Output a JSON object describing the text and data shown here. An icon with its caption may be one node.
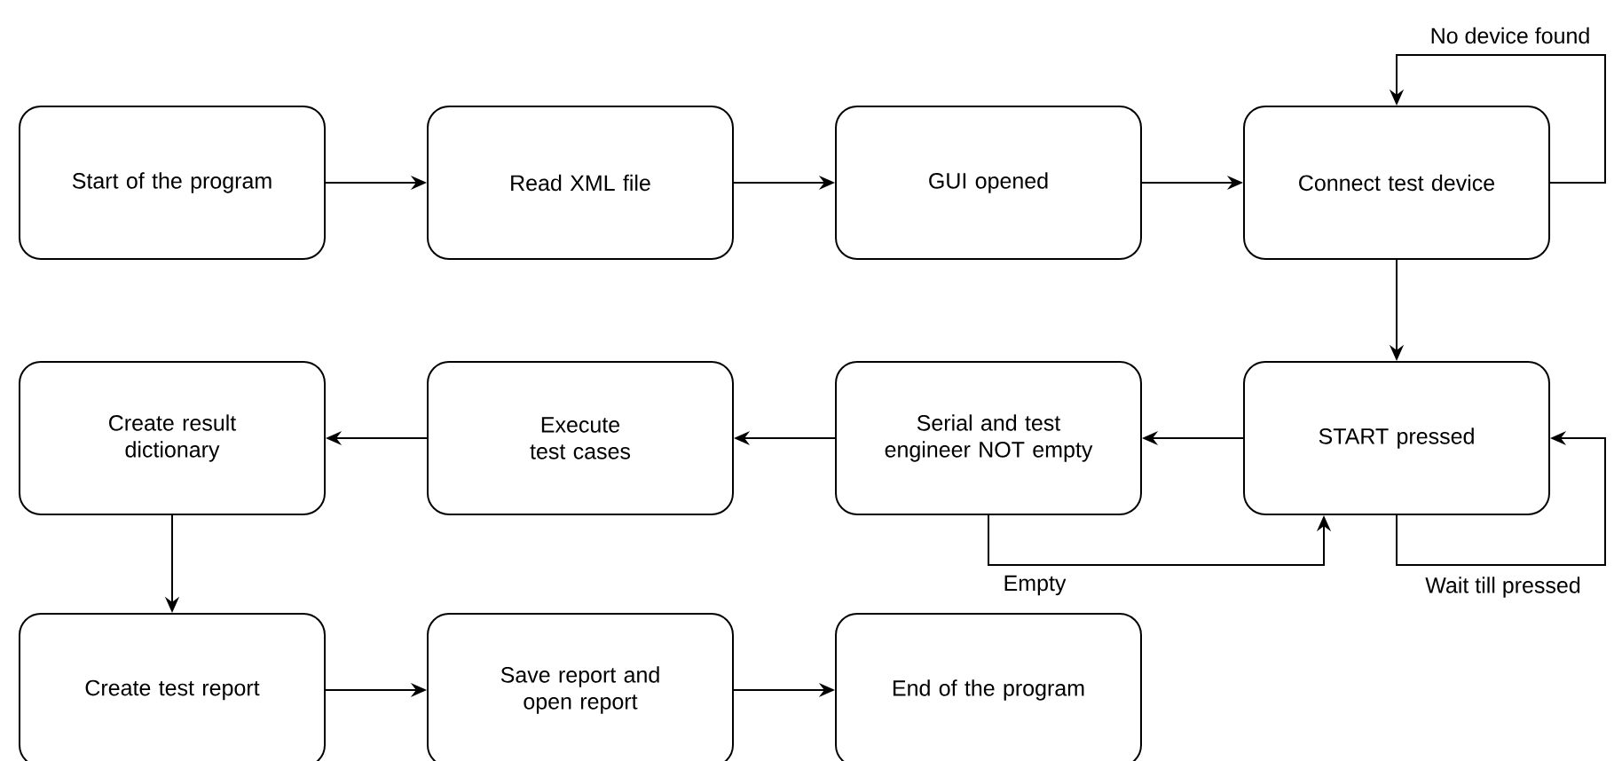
{
  "diagram": {
    "nodes": [
      {
        "text": [
          "Start of the program"
        ]
      },
      {
        "text": [
          "Read XML file"
        ]
      },
      {
        "text": [
          "GUI opened"
        ]
      },
      {
        "text": [
          "Connect test device"
        ]
      },
      {
        "text": [
          "START pressed"
        ]
      },
      {
        "text": [
          "Serial and test engineer NOT empty"
        ]
      },
      {
        "text": [
          "Execute test cases"
        ]
      },
      {
        "text": [
          "Create result dictionary"
        ]
      },
      {
        "text": [
          "Create test report"
        ]
      },
      {
        "text": [
          "Save report and open report"
        ]
      },
      {
        "text": [
          "End of the program"
        ]
      }
    ],
    "edges": [
      {
        "from": 0,
        "to": 1,
        "arrow": "to"
      },
      {
        "from": 1,
        "to": 2,
        "arrow": "to"
      },
      {
        "from": 2,
        "to": 3,
        "arrow": "to"
      },
      {
        "from": 3,
        "to": 3,
        "arrow": "to",
        "label": "No device found"
      },
      {
        "from": 3,
        "to": 4,
        "arrow": "to"
      },
      {
        "from": 4,
        "to": 5,
        "arrow": "to"
      },
      {
        "from": 5,
        "to": 4,
        "arrow": "to",
        "label": "Empty"
      },
      {
        "from": 4,
        "to": 4,
        "arrow": "to",
        "label": "Wait till pressed"
      },
      {
        "from": 5,
        "to": 6,
        "arrow": "to"
      },
      {
        "from": 6,
        "to": 7,
        "arrow": "to"
      },
      {
        "from": 7,
        "to": 8,
        "arrow": "to"
      },
      {
        "from": 8,
        "to": 9,
        "arrow": "to"
      },
      {
        "from": 9,
        "to": 10,
        "arrow": "to"
      }
    ]
  }
}
